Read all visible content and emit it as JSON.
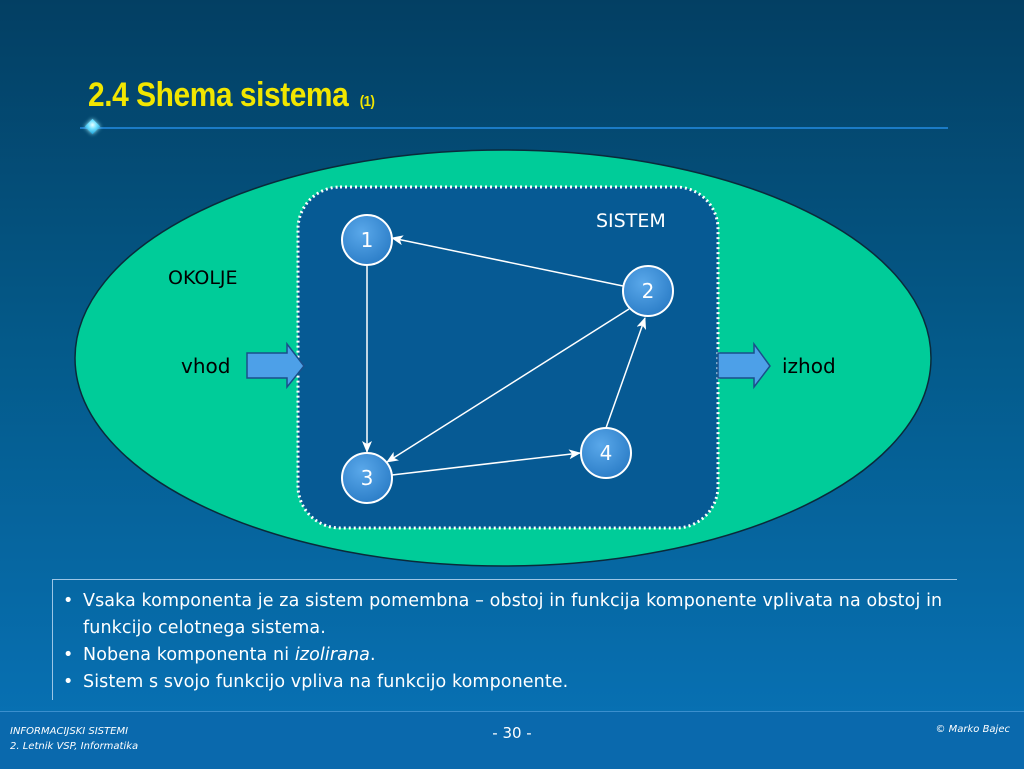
{
  "slide": {
    "title": "2.4 Shema sistema",
    "title_suffix": "(1)"
  },
  "diagram": {
    "environment_label": "OKOLJE",
    "system_label": "SISTEM",
    "input_label": "vhod",
    "output_label": "izhod",
    "components": [
      {
        "id": "1",
        "label": "1"
      },
      {
        "id": "2",
        "label": "2"
      },
      {
        "id": "3",
        "label": "3"
      },
      {
        "id": "4",
        "label": "4"
      }
    ],
    "edges": [
      {
        "from": "2",
        "to": "1"
      },
      {
        "from": "1",
        "to": "3"
      },
      {
        "from": "2",
        "to": "3"
      },
      {
        "from": "3",
        "to": "4"
      },
      {
        "from": "4",
        "to": "2"
      }
    ],
    "colors": {
      "environment_fill": "#00cc99",
      "system_fill": "#065a94",
      "node_fill": "#3d8fd6",
      "arrow_fill": "#4da0e8",
      "title": "#f2e600"
    }
  },
  "bullets": {
    "items": [
      {
        "text": "Vsaka komponenta je za sistem pomembna – obstoj in funkcija komponente vplivata na obstoj in funkcijo celotnega sistema."
      },
      {
        "before": "Nobena komponenta ni ",
        "emphasis": "izolirana",
        "after": "."
      },
      {
        "text": "Sistem s svojo funkcijo vpliva na funkcijo komponente."
      }
    ]
  },
  "footer": {
    "course": "INFORMACIJSKI SISTEMI",
    "program": "2. Letnik VSP, Informatika",
    "page": "- 30 -",
    "author": "© Marko Bajec"
  }
}
